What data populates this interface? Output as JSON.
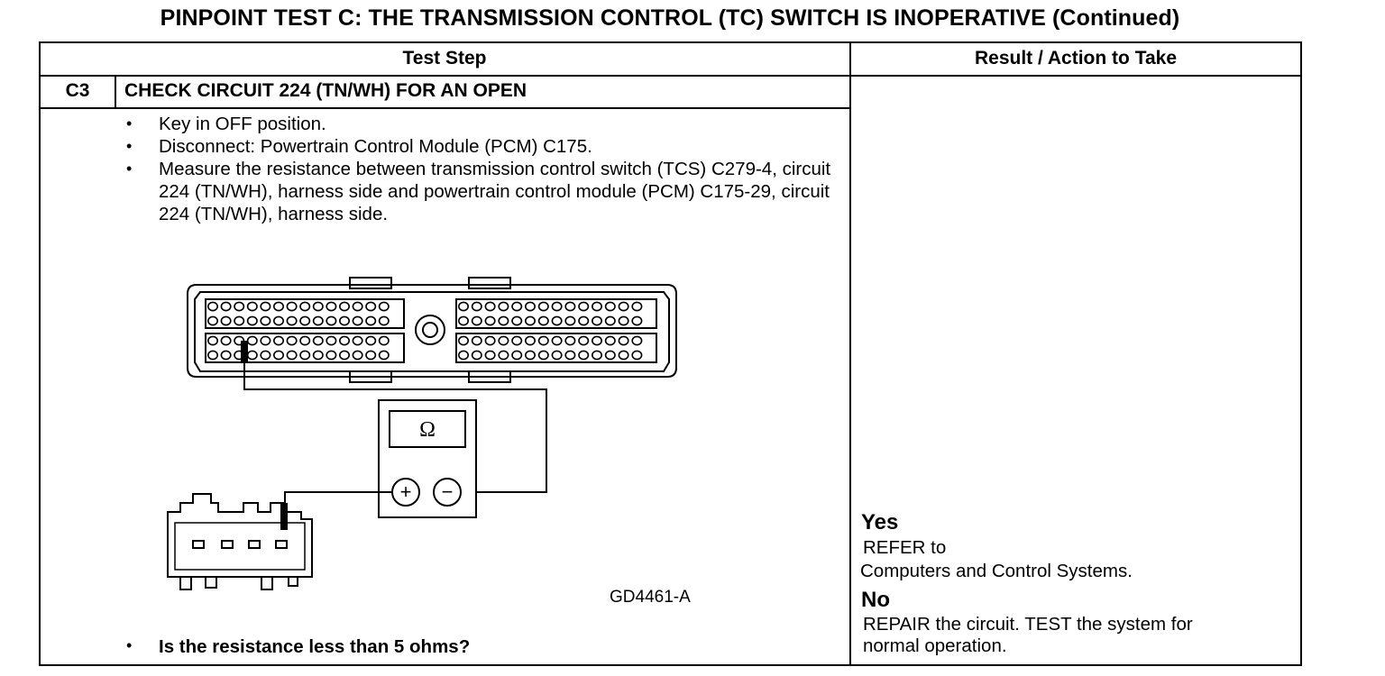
{
  "title": "PINPOINT TEST  C: THE TRANSMISSION CONTROL (TC) SWITCH IS INOPERATIVE (Continued)",
  "table": {
    "header_step": "Test Step",
    "header_result": "Result / Action to Take",
    "step_id": "C3",
    "step_title": "CHECK CIRCUIT 224 (TN/WH) FOR AN OPEN",
    "instructions": [
      "Key in OFF position.",
      "Disconnect: Powertrain Control Module (PCM) C175.",
      "Measure the resistance between transmission control switch (TCS) C279-4, circuit 224 (TN/WH), harness side and powertrain control module (PCM) C175-29, circuit 224 (TN/WH), harness side."
    ],
    "question": "Is the resistance less than 5 ohms?",
    "figure_code": "GD4461-A",
    "meter_symbol": "Ω",
    "probe_plus": "+",
    "probe_minus": "−"
  },
  "results": {
    "yes_label": "Yes",
    "yes_line1": "REFER to",
    "yes_line2": "Computers and Control Systems.",
    "no_label": "No",
    "no_line1": "REPAIR the circuit. TEST the system for",
    "no_line2": "normal operation."
  },
  "colors": {
    "ink": "#000000",
    "paper": "#ffffff"
  }
}
